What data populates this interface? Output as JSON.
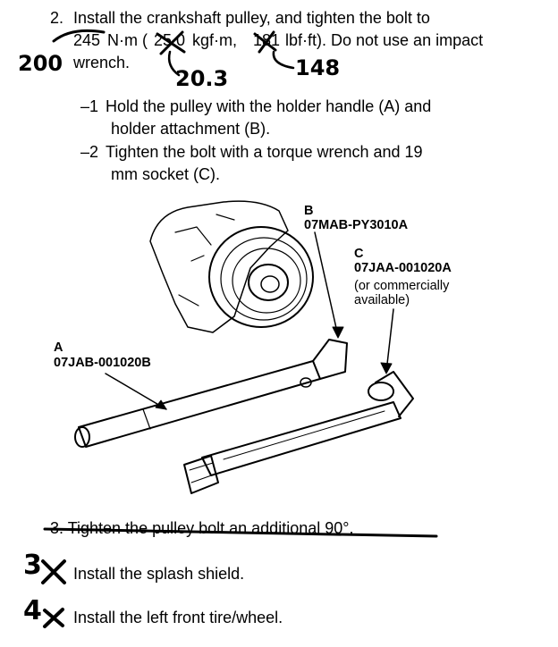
{
  "step2": {
    "number": "2.",
    "line1": "Install the crankshaft pulley, and tighten the bolt to",
    "torque_nm": "245",
    "unit_nm": "N·m (",
    "torque_kgf": "25.0",
    "unit_kgf": "kgf·m,",
    "torque_lbf": "181",
    "unit_lbf": "lbf·ft). Do not use an impact",
    "line3": "wrench."
  },
  "handwritten": {
    "nm": "200",
    "kgf": "20.3",
    "lbf": "148",
    "step3_num": "3",
    "step4_num": "4"
  },
  "substeps": [
    {
      "num": "–1",
      "line1": "Hold the pulley with the holder handle (A) and",
      "line2": "holder attachment (B)."
    },
    {
      "num": "–2",
      "line1": "Tighten the bolt with a torque wrench and 19",
      "line2": "mm socket (C)."
    }
  ],
  "callouts": {
    "A": {
      "letter": "A",
      "part": "07JAB-001020B"
    },
    "B": {
      "letter": "B",
      "part": "07MAB-PY3010A"
    },
    "C": {
      "letter": "C",
      "part": "07JAA-001020A",
      "note1": "(or commercially",
      "note2": "available)"
    }
  },
  "step3_struck": "3.  Tighten the pulley bolt an additional 90°.",
  "step3_new": "Install the splash shield.",
  "step4_new": "Install the left front tire/wheel."
}
